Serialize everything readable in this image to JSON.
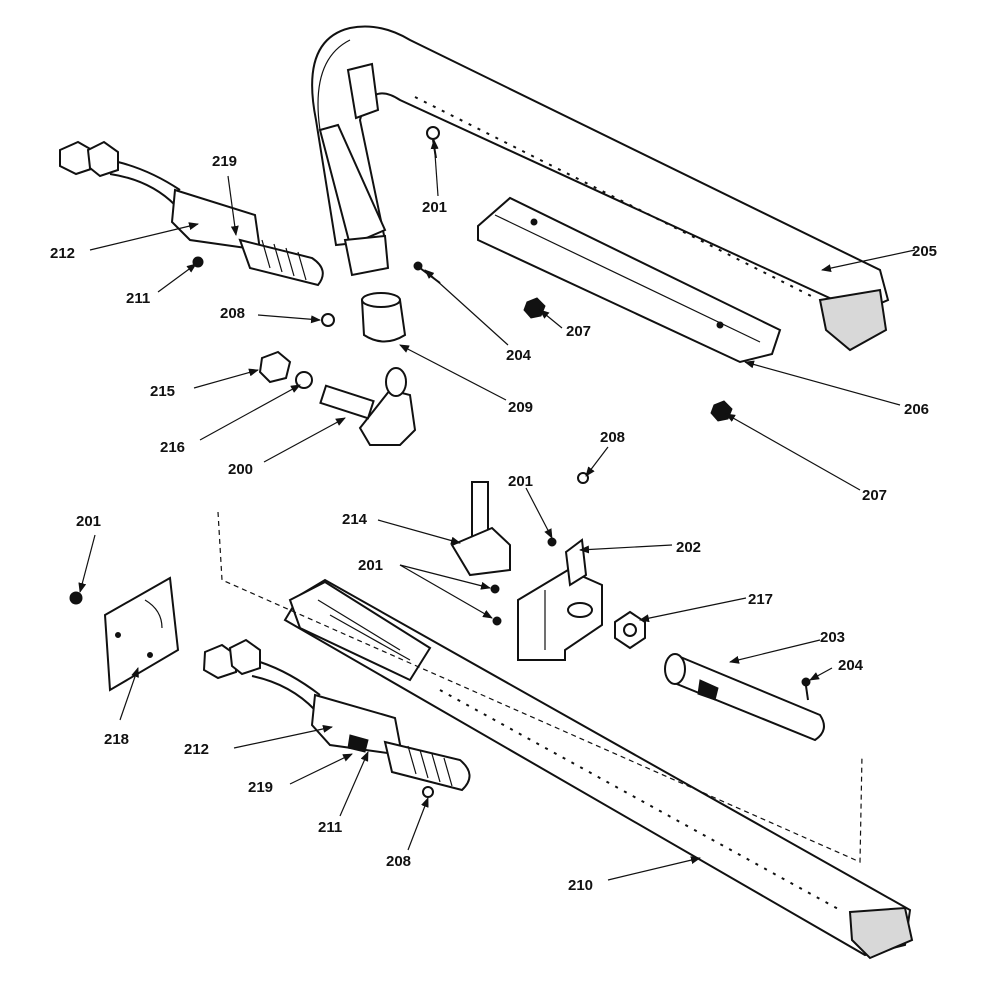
{
  "labels": {
    "l200": "200",
    "l201a": "201",
    "l201b": "201",
    "l201c": "201",
    "l201d": "201",
    "l202": "202",
    "l203": "203",
    "l204a": "204",
    "l204b": "204",
    "l205": "205",
    "l206": "206",
    "l207a": "207",
    "l207b": "207",
    "l208a": "208",
    "l208b": "208",
    "l208c": "208",
    "l209": "209",
    "l210": "210",
    "l211a": "211",
    "l211b": "211",
    "l212a": "212",
    "l212b": "212",
    "l214": "214",
    "l215": "215",
    "l216": "216",
    "l217": "217",
    "l218": "218",
    "l219a": "219",
    "l219b": "219"
  }
}
